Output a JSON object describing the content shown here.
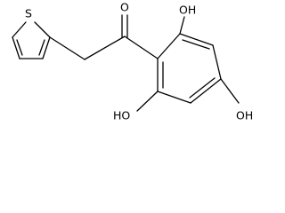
{
  "structure": {
    "atoms": [
      {
        "id": "S",
        "label": "S"
      },
      {
        "id": "O",
        "label": "O"
      },
      {
        "id": "OH_top",
        "label": "OH"
      },
      {
        "id": "OH_left",
        "label": "HO"
      },
      {
        "id": "OH_right",
        "label": "OH"
      }
    ]
  }
}
